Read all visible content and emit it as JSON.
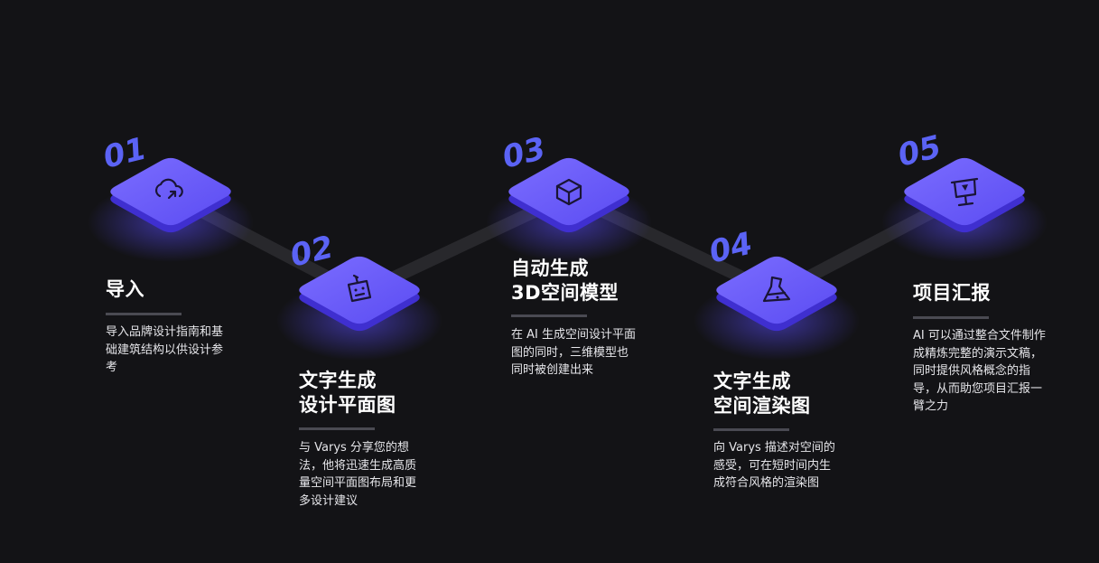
{
  "steps": [
    {
      "number": "01",
      "title": "导入",
      "description": "导入品牌设计指南和基础建筑结构以供设计参考",
      "icon": "cloud-upload-icon"
    },
    {
      "number": "02",
      "title": "文字生成\n设计平面图",
      "description": "与 Varys 分享您的想法，他将迅速生成高质量空间平面图布局和更多设计建议",
      "icon": "robot-icon"
    },
    {
      "number": "03",
      "title": "自动生成\n3D空间模型",
      "description": "在 AI 生成空间设计平面图的同时，三维模型也同时被创建出来",
      "icon": "cube-icon"
    },
    {
      "number": "04",
      "title": "文字生成\n空间渲染图",
      "description": "向 Varys 描述对空间的感受，可在短时间内生成符合风格的渲染图",
      "icon": "flask-icon"
    },
    {
      "number": "05",
      "title": "项目汇报",
      "description": "AI 可以通过整合文件制作成精炼完整的演示文稿，同时提供风格概念的指导，从而助您项目汇报一臂之力",
      "icon": "presentation-icon"
    }
  ],
  "colors": {
    "background": "#131316",
    "tile_top": "#6b5cf8",
    "tile_side": "#3f2fd0",
    "number": "#5b63f5",
    "connector": "#28282c",
    "divider": "#4a4a52"
  }
}
